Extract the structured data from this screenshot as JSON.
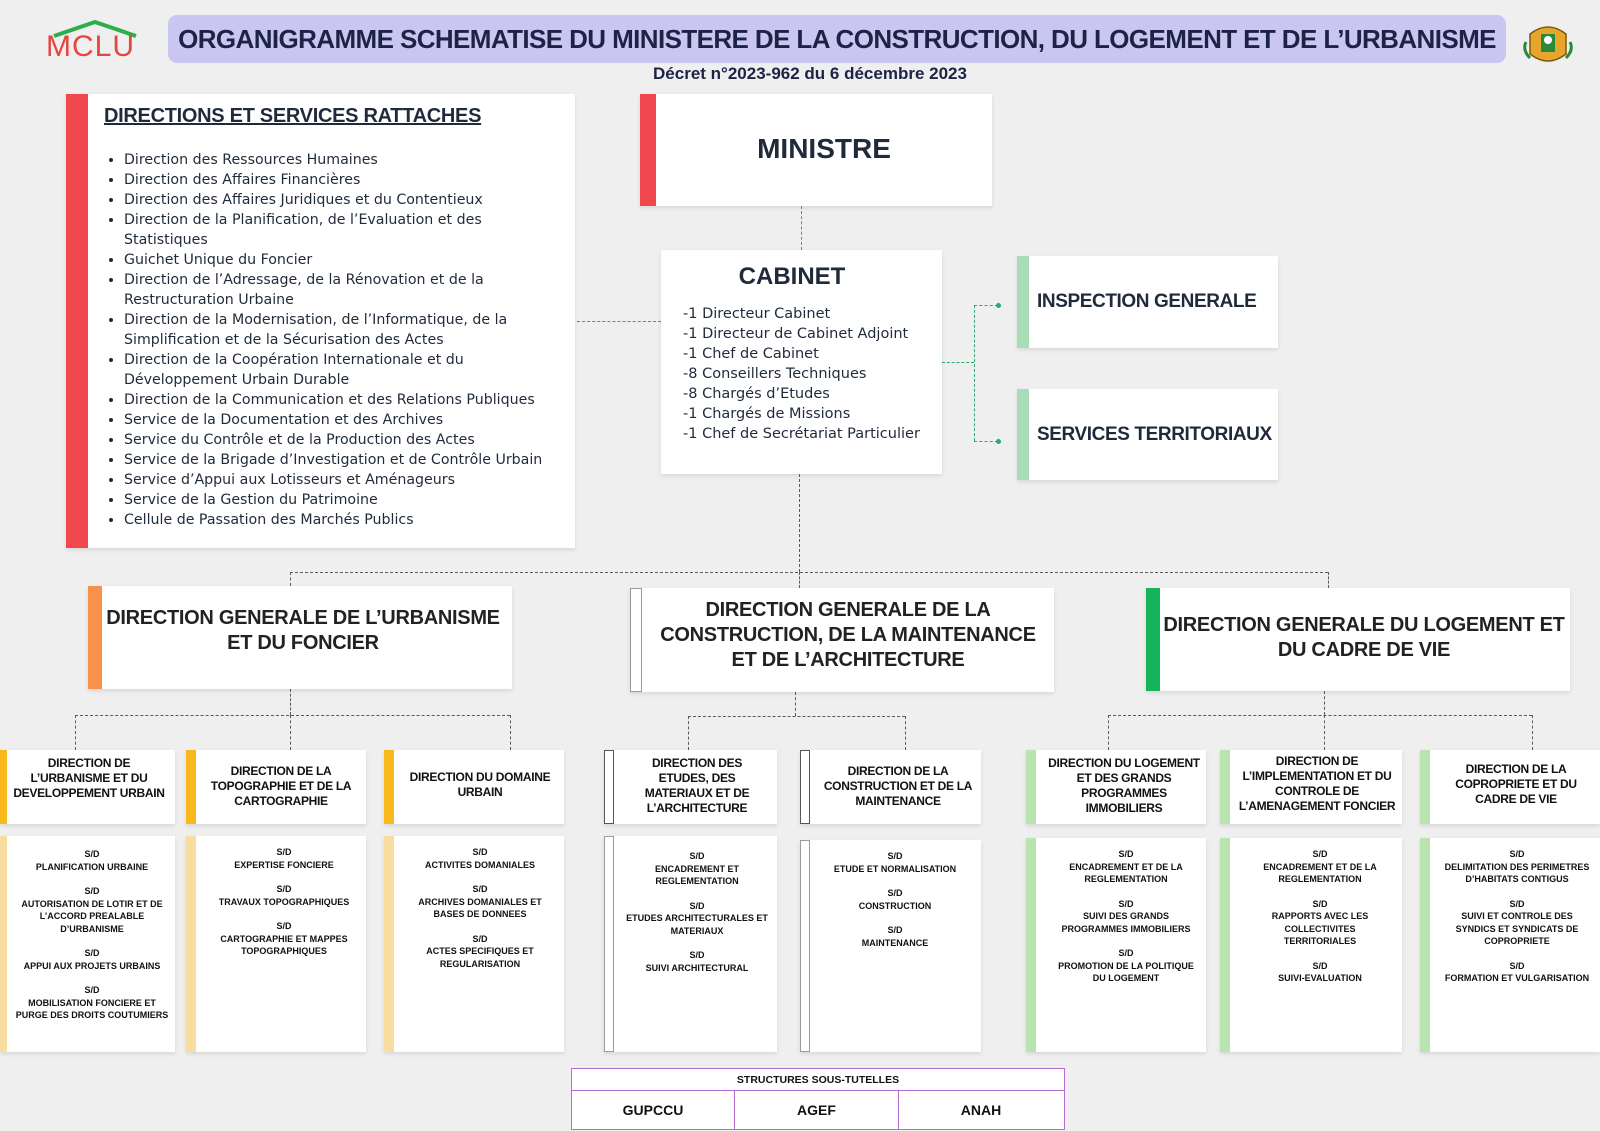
{
  "header": {
    "logo_text": "MCLU",
    "title": "ORGANIGRAMME SCHEMATISE DU MINISTERE DE LA CONSTRUCTION, DU LOGEMENT ET DE L’URBANISME",
    "decree": "Décret n°2023-962 du 6 décembre 2023",
    "emblem_icon": "coat-of-arms-icon"
  },
  "rattaches": {
    "title": "DIRECTIONS ET SERVICES RATTACHES",
    "items": [
      "Direction des Ressources Humaines",
      "Direction des Affaires Financières",
      "Direction des Affaires Juridiques et du Contentieux",
      "Direction de la Planification, de l’Evaluation et des Statistiques",
      "Guichet Unique du Foncier",
      "Direction de l’Adressage, de la Rénovation et de la Restructuration Urbaine",
      "Direction de la Modernisation, de l’Informatique, de la Simplification et de la Sécurisation des Actes",
      "Direction de la Coopération Internationale et du Développement Urbain Durable",
      "Direction de la Communication et des Relations Publiques",
      "Service de la Documentation et des Archives",
      "Service du Contrôle et de la Production des Actes",
      "Service de la Brigade d’Investigation et de Contrôle Urbain",
      "Service d’Appui aux Lotisseurs et Aménageurs",
      "Service de la Gestion du Patrimoine",
      "Cellule de Passation des Marchés Publics"
    ]
  },
  "ministre": {
    "title": "MINISTRE"
  },
  "cabinet": {
    "title": "CABINET",
    "items": [
      "-1 Directeur Cabinet",
      "-1 Directeur de Cabinet Adjoint",
      "-1 Chef de Cabinet",
      "-8 Conseillers Techniques",
      "-8 Chargés d’Etudes",
      "-1 Chargés de Missions",
      "-1 Chef de Secrétariat Particulier"
    ]
  },
  "inspection": {
    "title": "INSPECTION GENERALE"
  },
  "territoriaux": {
    "title": "SERVICES TERRITORIAUX"
  },
  "colors": {
    "red": "#f0484e",
    "orange": "#f7924a",
    "green": "#16b45a",
    "light_green": "#a7deb7",
    "amber": "#f9b81c",
    "pale_amber": "#f8dca0",
    "pale_green": "#b9e4b0",
    "grey_bar": "#9a9a9a",
    "purple": "#b76ad0",
    "title_band": "#c9c6f2"
  },
  "dg": [
    {
      "title": "DIRECTION GENERALE DE L’URBANISME ET DU FONCIER",
      "directions": [
        {
          "title": "DIRECTION DE L’URBANISME ET DU DEVELOPPEMENT URBAIN",
          "subs": [
            "S/D\nPLANIFICATION URBAINE",
            "S/D\nAUTORISATION DE LOTIR ET DE L’ACCORD PREALABLE D’URBANISME",
            "S/D\nAPPUI AUX PROJETS URBAINS",
            "S/D\nMOBILISATION FONCIERE ET PURGE DES DROITS COUTUMIERS"
          ]
        },
        {
          "title": "DIRECTION DE LA TOPOGRAPHIE ET DE LA CARTOGRAPHIE",
          "subs": [
            "S/D\nEXPERTISE FONCIERE",
            "S/D\nTRAVAUX TOPOGRAPHIQUES",
            "S/D\nCARTOGRAPHIE ET MAPPES TOPOGRAPHIQUES"
          ]
        },
        {
          "title": "DIRECTION DU DOMAINE URBAIN",
          "subs": [
            "S/D\nACTIVITES DOMANIALES",
            "S/D\nARCHIVES DOMANIALES ET BASES DE DONNEES",
            "S/D\nACTES SPECIFIQUES ET REGULARISATION"
          ]
        }
      ]
    },
    {
      "title": "DIRECTION GENERALE DE LA CONSTRUCTION, DE LA MAINTENANCE ET DE L’ARCHITECTURE",
      "directions": [
        {
          "title": "DIRECTION DES ETUDES, DES MATERIAUX ET DE L’ARCHITECTURE",
          "subs": [
            "S/D\nENCADREMENT ET REGLEMENTATION",
            "S/D\nETUDES ARCHITECTURALES ET MATERIAUX",
            "S/D\nSUIVI ARCHITECTURAL"
          ]
        },
        {
          "title": "DIRECTION DE LA CONSTRUCTION ET DE LA MAINTENANCE",
          "subs": [
            "S/D\nETUDE ET NORMALISATION",
            "S/D\nCONSTRUCTION",
            "S/D\nMAINTENANCE"
          ]
        }
      ]
    },
    {
      "title": "DIRECTION GENERALE DU LOGEMENT ET DU CADRE DE VIE",
      "directions": [
        {
          "title": "DIRECTION DU LOGEMENT ET DES GRANDS PROGRAMMES IMMOBILIERS",
          "subs": [
            "S/D\nENCADREMENT ET DE LA REGLEMENTATION",
            "S/D\nSUIVI DES GRANDS PROGRAMMES IMMOBILIERS",
            "S/D\nPROMOTION DE LA POLITIQUE DU LOGEMENT"
          ]
        },
        {
          "title": "DIRECTION DE L’IMPLEMENTATION ET DU CONTROLE DE L’AMENAGEMENT FONCIER",
          "subs": [
            "S/D\nENCADREMENT ET DE LA REGLEMENTATION",
            "S/D\nRAPPORTS AVEC LES COLLECTIVITES TERRITORIALES",
            "S/D\nSUIVI-EVALUATION"
          ]
        },
        {
          "title": "DIRECTION DE LA COPROPRIETE ET DU CADRE DE VIE",
          "subs": [
            "S/D\nDELIMITATION DES PERIMETRES D’HABITATS CONTIGUS",
            "S/D\nSUIVI ET CONTROLE DES SYNDICS ET SYNDICATS DE COPROPRIETE",
            "S/D\nFORMATION ET VULGARISATION"
          ]
        }
      ]
    }
  ],
  "tutelles": {
    "title": "STRUCTURES SOUS-TUTELLES",
    "items": [
      "GUPCCU",
      "AGEF",
      "ANAH"
    ]
  }
}
